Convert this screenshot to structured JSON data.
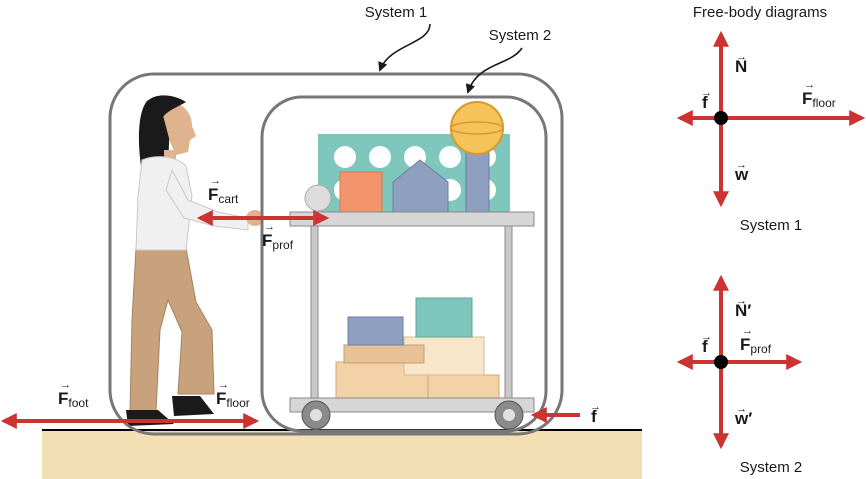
{
  "header": {
    "title": "Free-body diagrams"
  },
  "scene": {
    "system1_label": "System 1",
    "system2_label": "System 2",
    "forces": {
      "f_cart": {
        "symbol": "F",
        "subscript": "cart"
      },
      "f_prof": {
        "symbol": "F",
        "subscript": "prof"
      },
      "f_foot": {
        "symbol": "F",
        "subscript": "foot"
      },
      "f_floor": {
        "symbol": "F",
        "subscript": "floor"
      },
      "friction": {
        "symbol": "f"
      }
    }
  },
  "fbd1": {
    "caption": "System 1",
    "normal": "N",
    "weight": "w",
    "friction": "f",
    "applied": {
      "symbol": "F",
      "subscript": "floor"
    }
  },
  "fbd2": {
    "caption": "System 2",
    "normal": "N′",
    "weight": "w′",
    "friction": "f",
    "applied": {
      "symbol": "F",
      "subscript": "prof"
    }
  },
  "colors": {
    "arrow": "#cc3333",
    "outline": "#777777",
    "floor": "#f2dfb4",
    "panel": "#7fc6bc",
    "skin": "#e0b38f",
    "pants": "#c7a27c",
    "shirt": "#f0f0f0",
    "hair": "#1a1a1a",
    "cart": "#cfcfcf"
  }
}
